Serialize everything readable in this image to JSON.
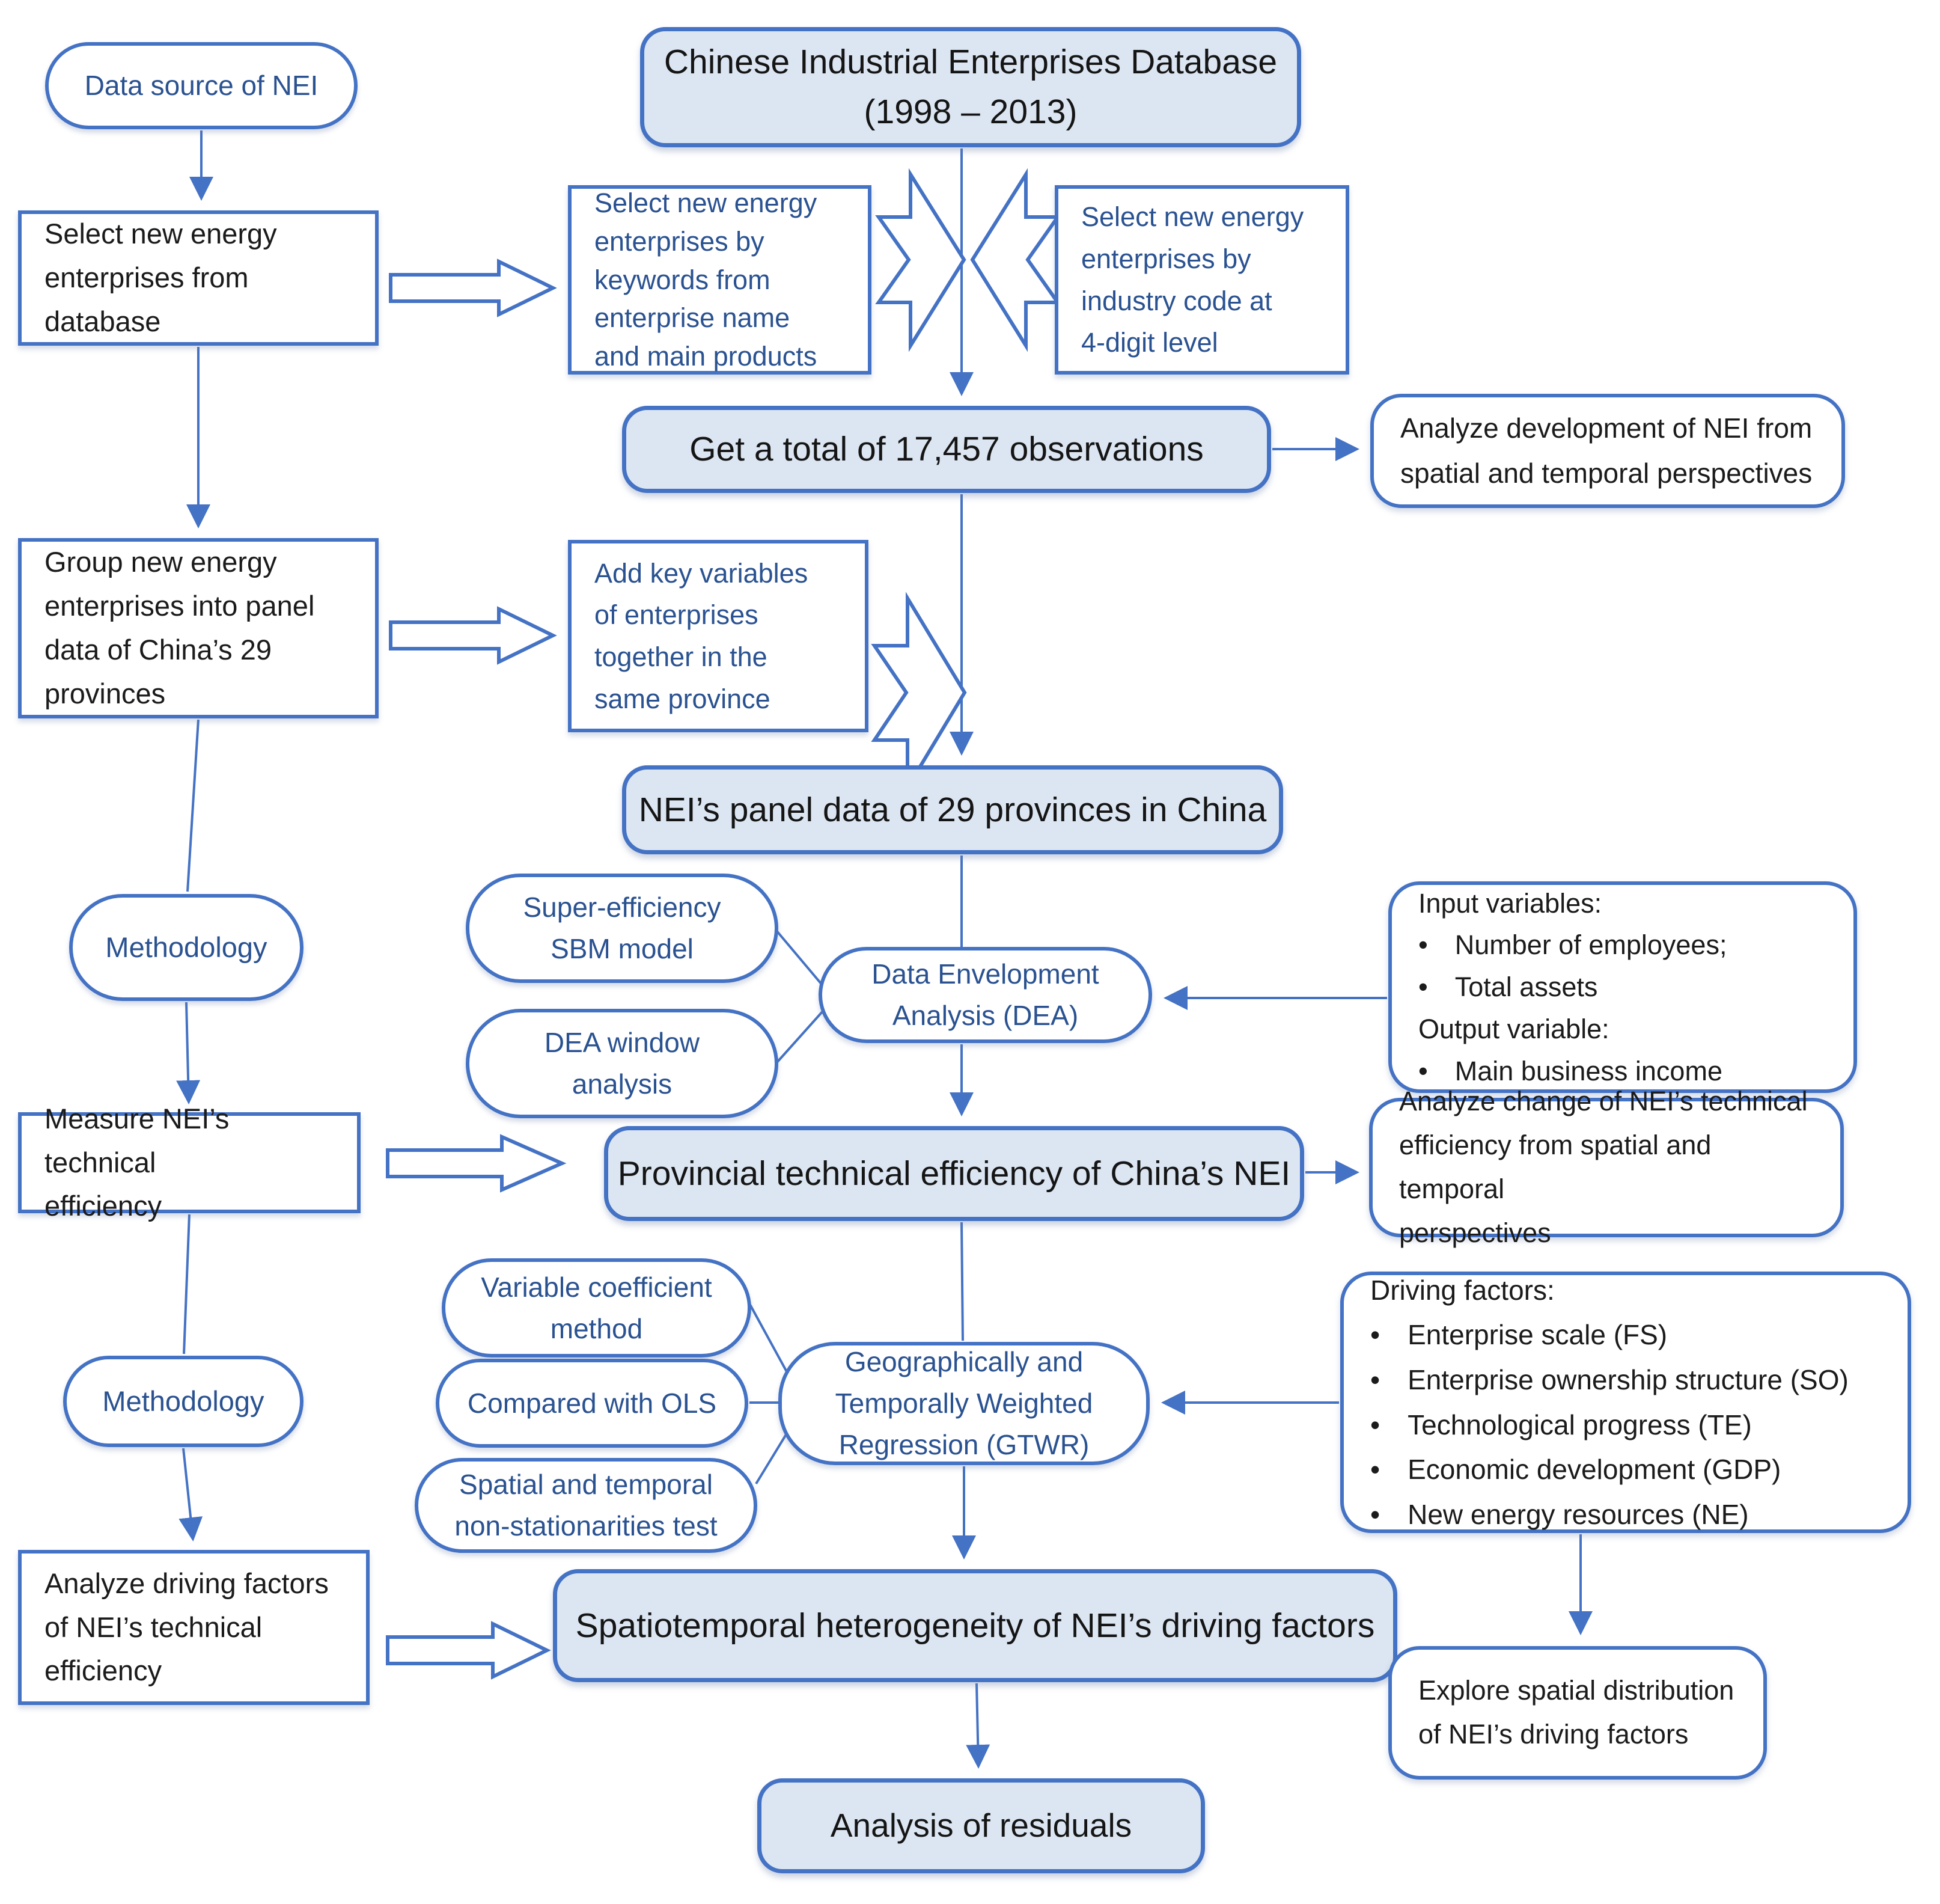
{
  "colors": {
    "border_blue": "#4472C4",
    "fill_light_blue": "#DCE6F2",
    "text_blue": "#2A5291",
    "text_black": "#1b1b1b"
  },
  "nodes": {
    "data_source": "Data source of NEI",
    "cied_database": "Chinese Industrial Enterprises Database\n(1998 – 2013)",
    "select_from_db": "Select new energy\nenterprises from\ndatabase",
    "select_keywords": "Select new energy\nenterprises by\nkeywords from\nenterprise name\nand main products",
    "select_industry": "Select new energy\nenterprises by\nindustry code at\n4-digit level",
    "get_total": "Get a total of 17,457 observations",
    "analyze_development": "Analyze development of NEI from\nspatial and temporal perspectives",
    "group_panel": "Group new energy\nenterprises into panel\ndata of China’s 29\nprovinces",
    "add_key_variables": "Add key variables\nof enterprises\ntogether in the\nsame province",
    "nei_panel": "NEI’s panel data of 29 provinces in China",
    "methodology_1": "Methodology",
    "super_sbm": "Super-efficiency\nSBM model",
    "dea_window": "DEA window\nanalysis",
    "dea": "Data Envelopment\nAnalysis (DEA)",
    "input_variables": "Input variables:\n• Number of employees;\n• Total assets\nOutput variable:\n• Main business income",
    "measure_te": "Measure NEI’s technical\nefficiency",
    "provincial_te": "Provincial technical efficiency of China’s NEI",
    "analyze_change": "Analyze change of NEI’s technical\nefficiency from spatial and temporal\nperspectives",
    "variable_coefficient": "Variable coefficient\nmethod",
    "methodology_2": "Methodology",
    "compared_ols": "Compared with OLS",
    "spatial_test": "Spatial and temporal\nnon-stationarities test",
    "gtwr": "Geographically and\nTemporally Weighted\nRegression (GTWR)",
    "driving_factors": "Driving factors:\n• Enterprise scale (FS)\n• Enterprise ownership structure (SO)\n• Technological progress (TE)\n• Economic development (GDP)\n• New energy resources (NE)",
    "analyze_driving": "Analyze driving factors\nof NEI’s technical\nefficiency",
    "spatiotemporal": "Spatiotemporal heterogeneity of NEI’s driving factors",
    "explore_spatial": "Explore spatial distribution\nof NEI’s driving factors",
    "analysis_residuals": "Analysis of residuals"
  }
}
